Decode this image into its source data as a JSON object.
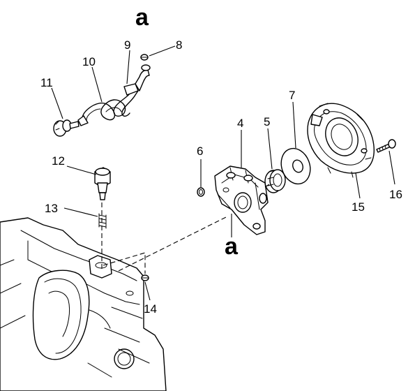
{
  "diagram": {
    "reference_letter_top": "a",
    "reference_letter_bottom": "a",
    "callouts": {
      "c4": "4",
      "c5": "5",
      "c6": "6",
      "c7": "7",
      "c8": "8",
      "c9": "9",
      "c10": "10",
      "c11": "11",
      "c12": "12",
      "c13": "13",
      "c14": "14",
      "c15": "15",
      "c16": "16"
    }
  }
}
